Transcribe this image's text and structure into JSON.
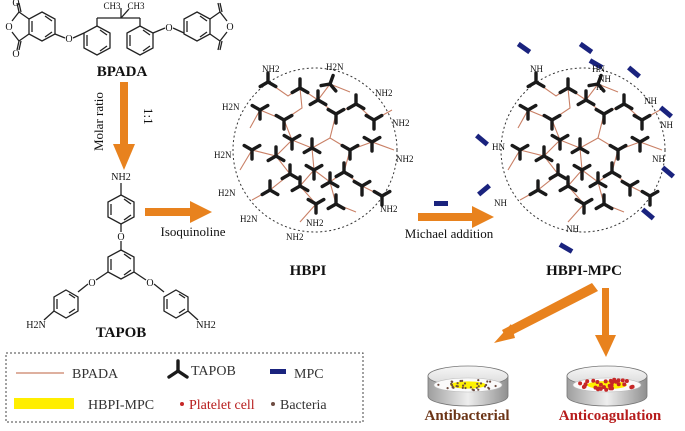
{
  "molecules": {
    "bpada": {
      "label": "BPADA",
      "methyl_1": "CH3",
      "methyl_2": "CH3",
      "oxygens": [
        "O",
        "O",
        "O",
        "O",
        "O",
        "O"
      ]
    },
    "tapob": {
      "label": "TAPOB",
      "amine_top": "NH2",
      "amine_left": "H2N",
      "amine_right": "NH2",
      "oxygens": [
        "O",
        "O",
        "O"
      ]
    }
  },
  "steps": {
    "molar_ratio": "Molar ratio",
    "ratio_value": "1:1",
    "catalyst": "Isoquinoline",
    "reaction": "Michael addition"
  },
  "polymers": {
    "hbpi": {
      "label": "HBPI",
      "end_groups": [
        "NH2",
        "H2N",
        "NH2",
        "H2N",
        "NH2",
        "H2N",
        "NH2",
        "H2N",
        "NH2",
        "H2N",
        "NH2",
        "NH2"
      ]
    },
    "hbpi_mpc": {
      "label": "HBPI-MPC",
      "end_groups": [
        "NH",
        "HN",
        "NH",
        "H",
        "NH",
        "NH",
        "HN",
        "NH",
        "NH",
        "NH"
      ]
    }
  },
  "applications": [
    {
      "label": "Antibacterial",
      "color": "#6b3416"
    },
    {
      "label": "Anticoagulation",
      "color": "#b71c1c"
    }
  ],
  "legend": [
    {
      "symbol": "line",
      "label": "BPADA",
      "color": "#c98066"
    },
    {
      "symbol": "tripod",
      "label": "TAPOB",
      "color": "#1a1a1a"
    },
    {
      "symbol": "dash",
      "label": "MPC",
      "color": "#1a237e"
    },
    {
      "symbol": "highlight",
      "label": "HBPI-MPC",
      "color": "#ffee00"
    },
    {
      "symbol": "dot",
      "label": "Platelet cell",
      "color": "#c62828"
    },
    {
      "symbol": "dot",
      "label": "Bacteria",
      "color": "#6d4c41"
    }
  ],
  "colors": {
    "arrow": "#e8821e",
    "bond": "#222222",
    "bpada_link": "#c98066",
    "mpc": "#1a237e"
  }
}
